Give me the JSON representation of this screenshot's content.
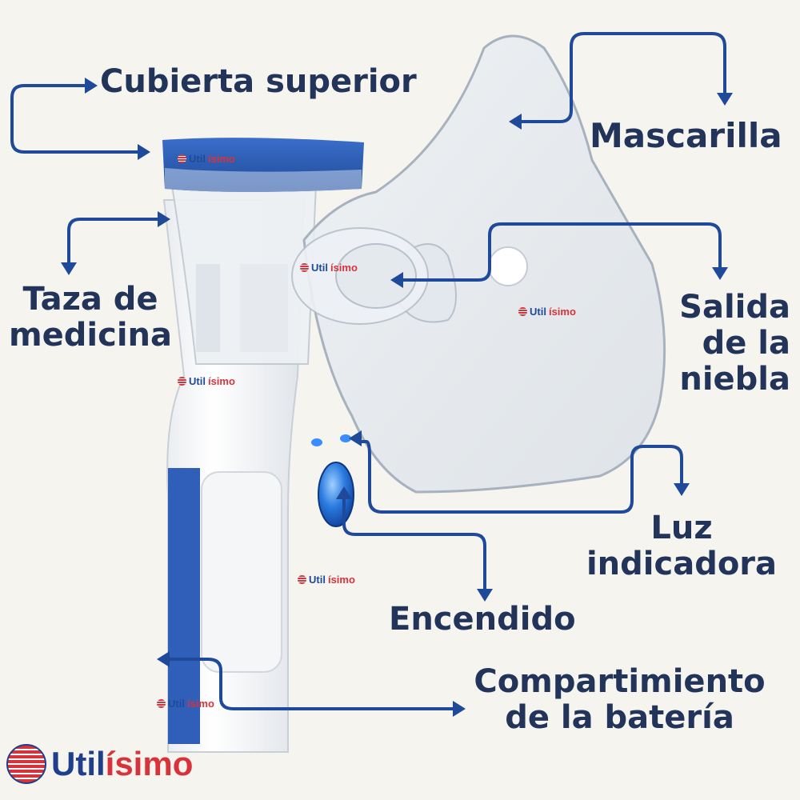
{
  "labels": {
    "cubierta": "Cubierta superior",
    "mascarilla": "Mascarilla",
    "taza_line1": "Taza de",
    "taza_line2": "medicina",
    "salida_line1": "Salida",
    "salida_line2": "de la",
    "salida_line3": "niebla",
    "luz_line1": "Luz",
    "luz_line2": "indicadora",
    "encendido": "Encendido",
    "compartimiento_line1": "Compartimiento",
    "compartimiento_line2": "de la batería"
  },
  "watermark": {
    "part1": "Util",
    "part2": "ísimo"
  },
  "brand": {
    "part1": "Util",
    "part2": "ísimo"
  },
  "colors": {
    "background": "#f6f4ee",
    "label_text": "#22345a",
    "arrow": "#1f4a99",
    "device_blue": "#2f5fb8",
    "brand_red": "#d8323a"
  }
}
